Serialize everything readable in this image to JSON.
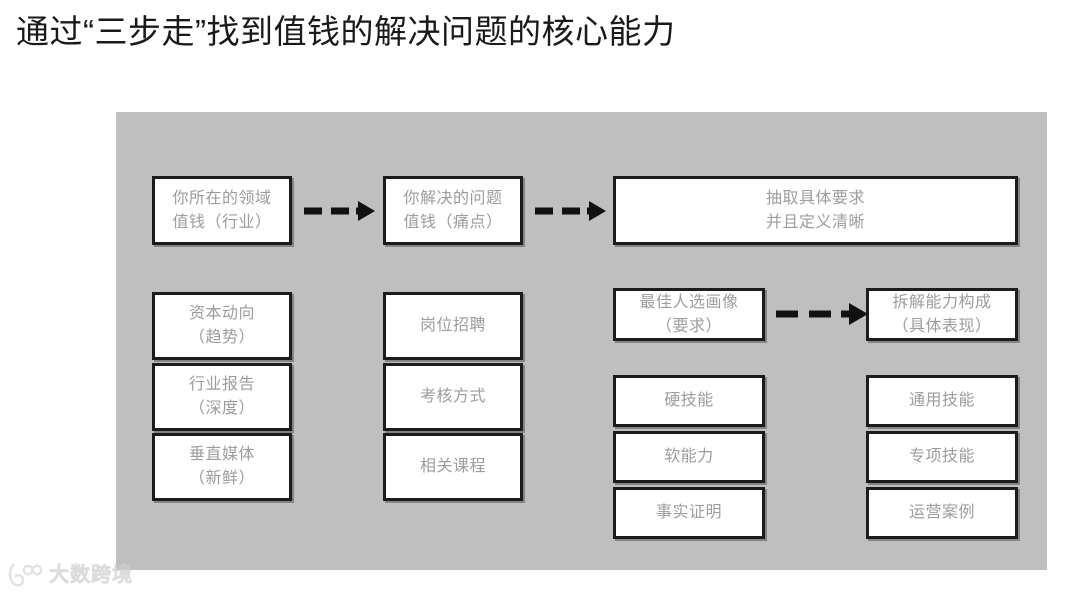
{
  "slide": {
    "title": "通过“三步走”找到值钱的解决问题的核心能力",
    "panel_color": "#bfbfbf",
    "box_fill": "#ffffff",
    "box_border_color": "#1c1c1c",
    "box_text_color": "#9d9d9d",
    "title_color": "#1a1a1a",
    "arrow_color": "#111111"
  },
  "flow": {
    "step_row": [
      {
        "id": "domain",
        "text": "你所在的领域\n值钱（行业）"
      },
      {
        "id": "problem",
        "text": "你解决的问题\n值钱（痛点）"
      },
      {
        "id": "requirement",
        "text": "抽取具体要求\n并且定义清晰"
      }
    ],
    "arrows": [
      {
        "id": "arrow-domain-to-problem",
        "from": "domain",
        "to": "problem",
        "style": "dashed-arrow"
      },
      {
        "id": "arrow-problem-to-requirement",
        "from": "problem",
        "to": "requirement",
        "style": "dashed-arrow"
      },
      {
        "id": "arrow-persona-to-breakdown",
        "from": "persona",
        "to": "breakdown",
        "style": "dashed-arrow"
      }
    ],
    "columns": [
      {
        "id": "column-industry",
        "items": [
          {
            "text": "资本动向\n（趋势）"
          },
          {
            "text": "行业报告\n（深度）"
          },
          {
            "text": "垂直媒体\n（新鲜）"
          }
        ]
      },
      {
        "id": "column-painpoint",
        "items": [
          {
            "text": "岗位招聘"
          },
          {
            "text": "考核方式"
          },
          {
            "text": "相关课程"
          }
        ]
      },
      {
        "id": "column-persona",
        "header": {
          "id": "persona",
          "text": "最佳人选画像\n（要求）"
        },
        "items": [
          {
            "text": "硬技能"
          },
          {
            "text": "软能力"
          },
          {
            "text": "事实证明"
          }
        ]
      },
      {
        "id": "column-ability",
        "header": {
          "id": "breakdown",
          "text": "拆解能力构成\n（具体表现）"
        },
        "items": [
          {
            "text": "通用技能"
          },
          {
            "text": "专项技能"
          },
          {
            "text": "运营案例"
          }
        ]
      }
    ]
  },
  "watermark": {
    "text": "大数跨境",
    "logo_icon": "dashuquajing-logo-icon"
  }
}
